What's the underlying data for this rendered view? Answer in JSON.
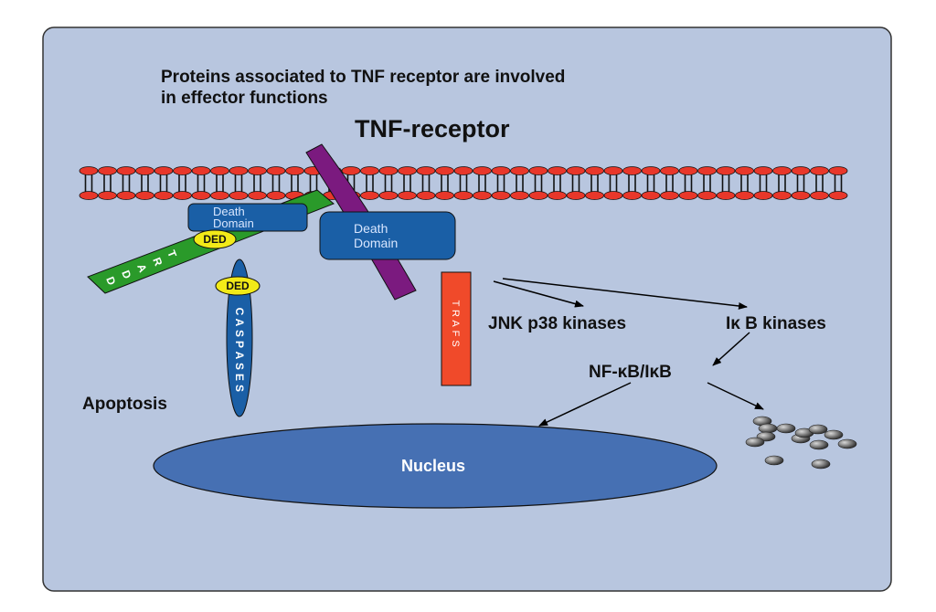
{
  "title_line1": "Proteins associated to TNF receptor are involved",
  "title_line2": "in effector functions",
  "receptor_label": "TNF-receptor",
  "death_domain_left": [
    "Death",
    "Domain"
  ],
  "death_domain_right": [
    "Death",
    "Domain"
  ],
  "ded_upper": "DED",
  "ded_lower": "DED",
  "tradd_letters": [
    "T",
    "R",
    "A",
    "D",
    "D"
  ],
  "caspases_letters": [
    "C",
    "A",
    "S",
    "P",
    "A",
    "S",
    "E",
    "S"
  ],
  "trafs_letters": [
    "T",
    "R",
    "A",
    "F",
    "S"
  ],
  "jnk_label": "JNK p38 kinases",
  "ikb_kinases_label": "Iκ B kinases",
  "nfkb_label": "NF-κB/IκB",
  "apoptosis_label": "Apoptosis",
  "nucleus_label": "Nucleus",
  "colors": {
    "panel": "#b8c6df",
    "lipid_head": "#e8372a",
    "tradd": "#2a9a2a",
    "receptor": "#7b1a7f",
    "death_domain": "#1a5fa6",
    "ded": "#f2ea18",
    "caspase": "#1a5fa6",
    "traf": "#f04a2a",
    "nucleus": "#4670b3"
  }
}
